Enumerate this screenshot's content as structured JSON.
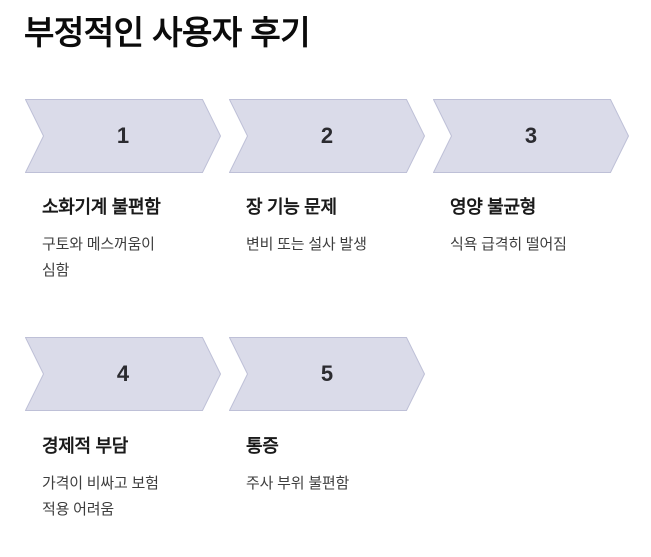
{
  "page": {
    "title": "부정적인 사용자 후기"
  },
  "theme": {
    "background": "#ffffff",
    "chevron_fill": "#dadbe9",
    "chevron_border": "#bec0d7",
    "number_color": "#2b2b30",
    "heading_color": "#1a1a1a",
    "description_color": "#3e3e3e"
  },
  "steps": [
    {
      "number": "1",
      "title": "소화기계 불편함",
      "description": "구토와 메스꺼움이\n심함"
    },
    {
      "number": "2",
      "title": "장 기능 문제",
      "description": "변비 또는 설사 발생"
    },
    {
      "number": "3",
      "title": "영양 불균형",
      "description": "식욕 급격히 떨어짐"
    },
    {
      "number": "4",
      "title": "경제적 부담",
      "description": "가격이 비싸고 보험\n적용 어려움"
    },
    {
      "number": "5",
      "title": "통증",
      "description": "주사 부위 불편함"
    }
  ]
}
